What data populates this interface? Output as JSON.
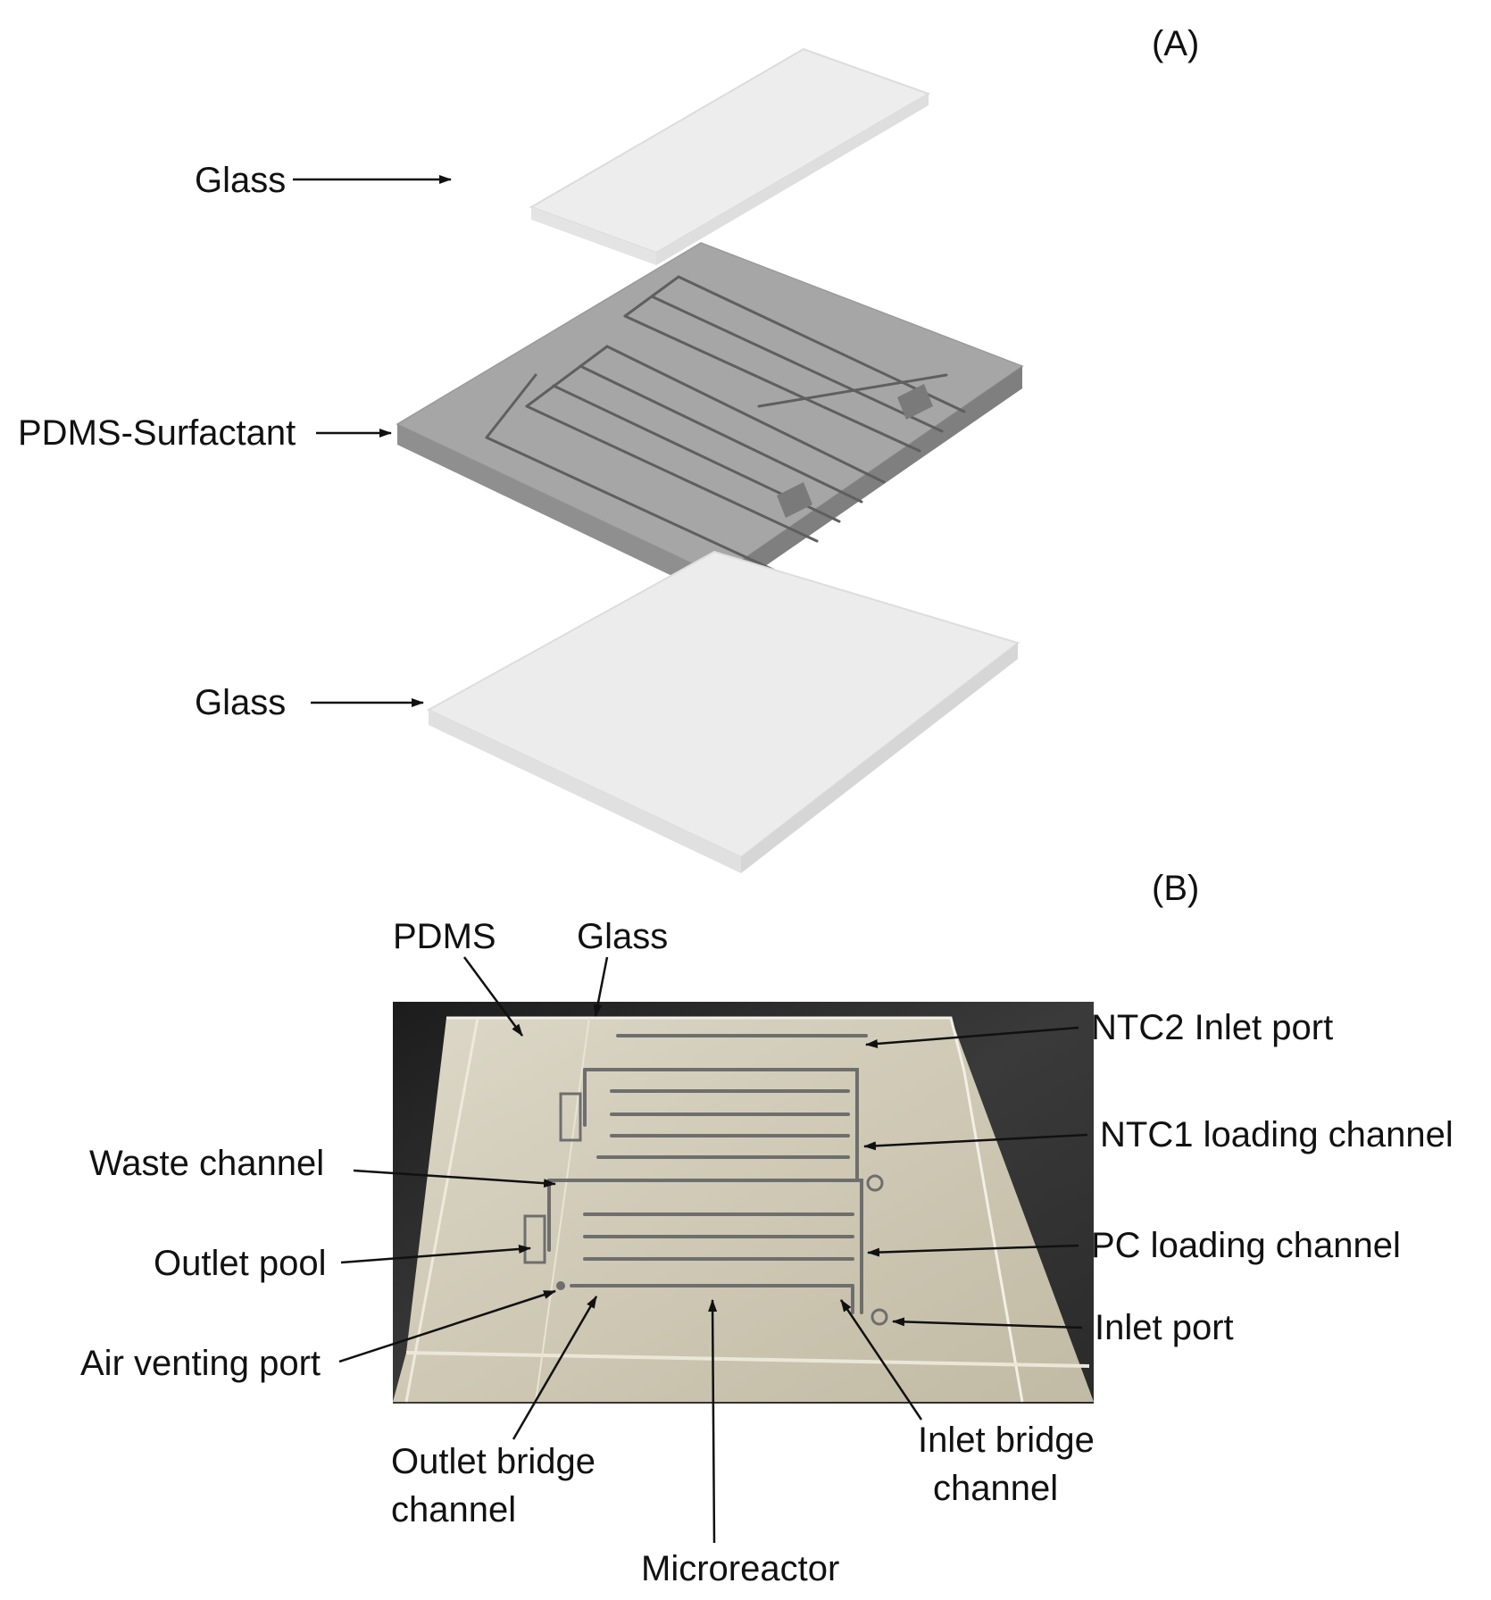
{
  "panel_a": {
    "label": "(A)",
    "layers": {
      "top": "Glass",
      "middle": "PDMS-Surfactant",
      "bottom": "Glass"
    }
  },
  "panel_b": {
    "label": "(B)",
    "labels": {
      "pdms": "PDMS",
      "glass": "Glass",
      "ntc2_inlet_port": "NTC2 Inlet port",
      "ntc1_loading_channel": "NTC1 loading channel",
      "waste_channel": "Waste channel",
      "pc_loading_channel": "PC loading channel",
      "outlet_pool": "Outlet pool",
      "inlet_port": "Inlet port",
      "air_venting_port": "Air venting port",
      "outlet_bridge_channel_line1": "Outlet bridge",
      "outlet_bridge_channel_line2": "channel",
      "inlet_bridge_channel_line1": "Inlet bridge",
      "inlet_bridge_channel_line2": "channel",
      "microreactor": "Microreactor"
    }
  },
  "colors": {
    "glass_face": "#ececec",
    "glass_edge": "#dedede",
    "pdms_face": "#a4a4a4",
    "pdms_side": "#888888",
    "photo_background": "#2c2c2c",
    "chip_surface": "#d8d2be"
  }
}
